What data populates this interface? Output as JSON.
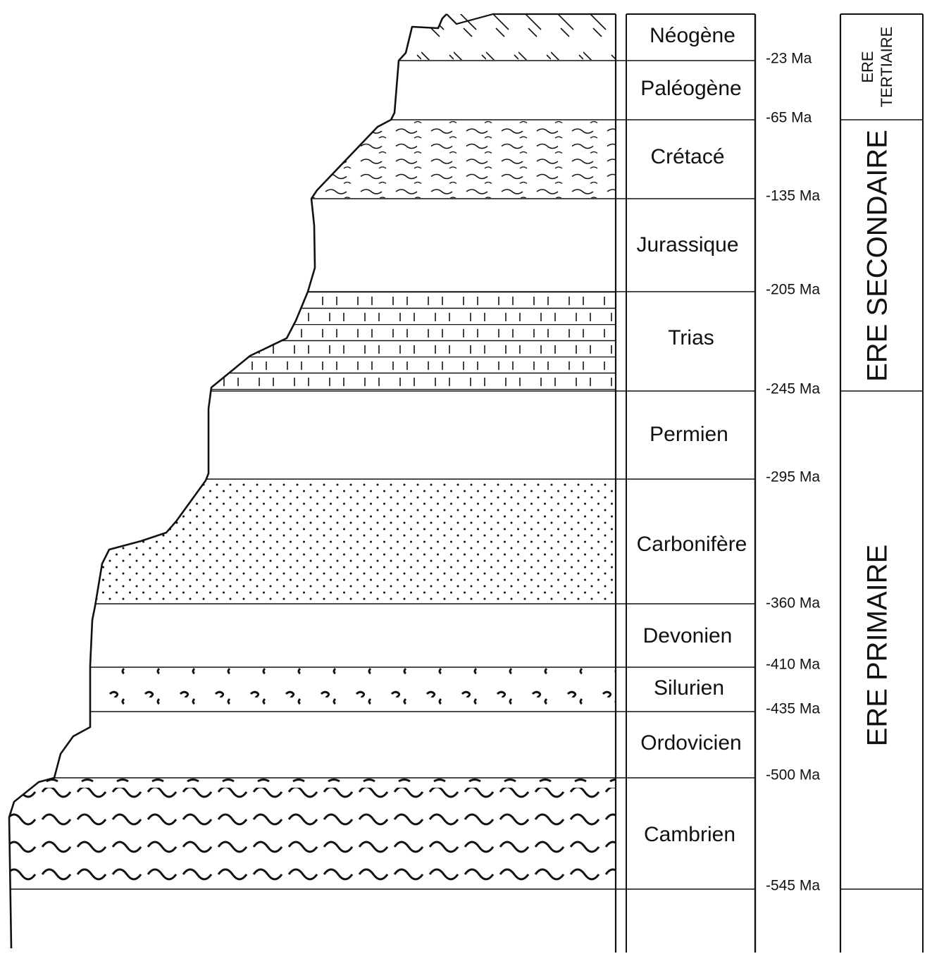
{
  "periods": [
    {
      "name": "Néogène",
      "pattern": "diagonal"
    },
    {
      "name": "Paléogène",
      "pattern": "none"
    },
    {
      "name": "Crétacé",
      "pattern": "tilde"
    },
    {
      "name": "Jurassique",
      "pattern": "none"
    },
    {
      "name": "Trias",
      "pattern": "bricks"
    },
    {
      "name": "Permien",
      "pattern": "none"
    },
    {
      "name": "Carbonifère",
      "pattern": "dots"
    },
    {
      "name": "Devonien",
      "pattern": "none"
    },
    {
      "name": "Silurien",
      "pattern": "s-marks"
    },
    {
      "name": "Ordovicien",
      "pattern": "none"
    },
    {
      "name": "Cambrien",
      "pattern": "waves"
    }
  ],
  "ages": [
    "-23 Ma",
    "-65 Ma",
    "-135 Ma",
    "-205 Ma",
    "-245 Ma",
    "-295 Ma",
    "-360 Ma",
    "-410 Ma",
    "-435 Ma",
    "-500 Ma",
    "-545 Ma"
  ],
  "eras": {
    "tertiaire": {
      "line1": "ERE",
      "line2": "TERTIAIRE"
    },
    "secondaire": "ERE SECONDAIRE",
    "primaire": "ERE PRIMAIRE"
  }
}
